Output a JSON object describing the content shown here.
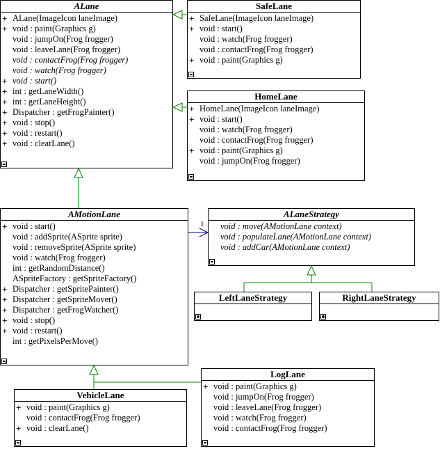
{
  "classes": {
    "alane": {
      "name": "ALane",
      "abstract": true,
      "members": [
        {
          "vis": "+",
          "text": "ALane(ImageIcon laneImage)",
          "italic": false
        },
        {
          "vis": "+",
          "text": "void : paint(Graphics g)",
          "italic": false
        },
        {
          "vis": "",
          "text": "void : jumpOn(Frog frogger)",
          "italic": false
        },
        {
          "vis": "",
          "text": "void : leaveLane(Frog frogger)",
          "italic": false
        },
        {
          "vis": "",
          "text": "void : contactFrog(Frog frogger)",
          "italic": true
        },
        {
          "vis": "",
          "text": "void : watch(Frog frogger)",
          "italic": true
        },
        {
          "vis": "+",
          "text": "void : start()",
          "italic": true
        },
        {
          "vis": "+",
          "text": "int : getLaneWidth()",
          "italic": false
        },
        {
          "vis": "+",
          "text": "int : getLaneHeight()",
          "italic": false
        },
        {
          "vis": "+",
          "text": "Dispatcher : getFrogPainter()",
          "italic": false
        },
        {
          "vis": "+",
          "text": "void : stop()",
          "italic": false
        },
        {
          "vis": "+",
          "text": "void : restart()",
          "italic": false
        },
        {
          "vis": "+",
          "text": "void : clearLane()",
          "italic": false
        }
      ]
    },
    "safelane": {
      "name": "SafeLane",
      "abstract": false,
      "members": [
        {
          "vis": "+",
          "text": "SafeLane(ImageIcon laneImage)",
          "italic": false
        },
        {
          "vis": "+",
          "text": "void : start()",
          "italic": false
        },
        {
          "vis": "",
          "text": "void : watch(Frog frogger)",
          "italic": false
        },
        {
          "vis": "",
          "text": "void : contactFrog(Frog frogger)",
          "italic": false
        },
        {
          "vis": "+",
          "text": "void : paint(Graphics g)",
          "italic": false
        }
      ]
    },
    "homelane": {
      "name": "HomeLane",
      "abstract": false,
      "members": [
        {
          "vis": "+",
          "text": "HomeLane(ImageIcon laneImage)",
          "italic": false
        },
        {
          "vis": "+",
          "text": "void : start()",
          "italic": false
        },
        {
          "vis": "",
          "text": "void : watch(Frog frogger)",
          "italic": false
        },
        {
          "vis": "",
          "text": "void : contactFrog(Frog frogger)",
          "italic": false
        },
        {
          "vis": "+",
          "text": "void : paint(Graphics g)",
          "italic": false
        },
        {
          "vis": "",
          "text": "void : jumpOn(Frog frogger)",
          "italic": false
        }
      ]
    },
    "amotionlane": {
      "name": "AMotionLane",
      "abstract": true,
      "members": [
        {
          "vis": "+",
          "text": "void : start()",
          "italic": false
        },
        {
          "vis": "",
          "text": "void : addSprite(ASprite sprite)",
          "italic": false
        },
        {
          "vis": "",
          "text": "void : removeSprite(ASprite sprite)",
          "italic": false
        },
        {
          "vis": "",
          "text": "void : watch(Frog frogger)",
          "italic": false
        },
        {
          "vis": "",
          "text": "int : getRandomDistance()",
          "italic": false
        },
        {
          "vis": "",
          "text": "ASpriteFactory : getSpriteFactory()",
          "italic": false
        },
        {
          "vis": "+",
          "text": "Dispatcher : getSpritePainter()",
          "italic": false
        },
        {
          "vis": "+",
          "text": "Dispatcher : getSpriteMover()",
          "italic": false
        },
        {
          "vis": "+",
          "text": "Dispatcher : getFrogWatcher()",
          "italic": false
        },
        {
          "vis": "+",
          "text": "void : stop()",
          "italic": false
        },
        {
          "vis": "+",
          "text": "void : restart()",
          "italic": false
        },
        {
          "vis": "",
          "text": "int : getPixelsPerMove()",
          "italic": false
        }
      ]
    },
    "alanestrategy": {
      "name": "ALaneStrategy",
      "abstract": true,
      "members": [
        {
          "vis": "",
          "text": "void : move(AMotionLane context)",
          "italic": true
        },
        {
          "vis": "",
          "text": "void : populateLane(AMotionLane context)",
          "italic": true
        },
        {
          "vis": "",
          "text": "void : addCar(AMotionLane context)",
          "italic": true
        }
      ]
    },
    "leftlanestrategy": {
      "name": "LeftLaneStrategy",
      "abstract": false,
      "members": []
    },
    "rightlanestrategy": {
      "name": "RightLaneStrategy",
      "abstract": false,
      "members": []
    },
    "vehiclelane": {
      "name": "VehicleLane",
      "abstract": false,
      "members": [
        {
          "vis": "+",
          "text": "void : paint(Graphics g)",
          "italic": false
        },
        {
          "vis": "",
          "text": "void : contactFrog(Frog frogger)",
          "italic": false
        },
        {
          "vis": "+",
          "text": "void : clearLane()",
          "italic": false
        }
      ]
    },
    "loglane": {
      "name": "LogLane",
      "abstract": false,
      "members": [
        {
          "vis": "+",
          "text": "void : paint(Graphics g)",
          "italic": false
        },
        {
          "vis": "",
          "text": "void : jumpOn(Frog frogger)",
          "italic": false
        },
        {
          "vis": "",
          "text": "void : leaveLane(Frog frogger)",
          "italic": false
        },
        {
          "vis": "",
          "text": "void : watch(Frog frogger)",
          "italic": false
        },
        {
          "vis": "",
          "text": "void : contactFrog(Frog frogger)",
          "italic": false
        }
      ]
    }
  },
  "association": {
    "multiplicity": "1"
  },
  "colors": {
    "generalization": "#008000",
    "association": "#000080",
    "border": "#000000"
  }
}
